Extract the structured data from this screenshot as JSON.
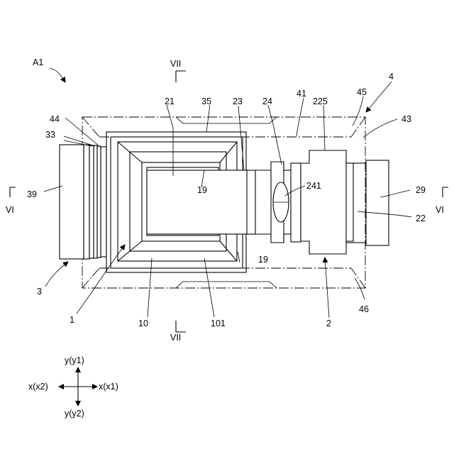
{
  "figure": {
    "ref_labels": {
      "assembly": "A1",
      "sec_vii_top": "VII",
      "sec_vii_bottom": "VII",
      "sec_vi_left": "VI",
      "sec_vi_right": "VI",
      "l21": "21",
      "l35": "35",
      "l23": "23",
      "l24": "24",
      "l41": "41",
      "l225": "225",
      "l45": "45",
      "l4": "4",
      "l44": "44",
      "l43": "43",
      "l33": "33",
      "l19a": "19",
      "l19b": "19",
      "l39": "39",
      "l241": "241",
      "l29": "29",
      "l22": "22",
      "l3": "3",
      "l1": "1",
      "l10": "10",
      "l101": "101",
      "l2": "2",
      "l46": "46"
    },
    "axes": {
      "y_up": "y(y1)",
      "y_down": "y(y2)",
      "x_left": "x(x2)",
      "x_right": "x(x1)"
    }
  }
}
